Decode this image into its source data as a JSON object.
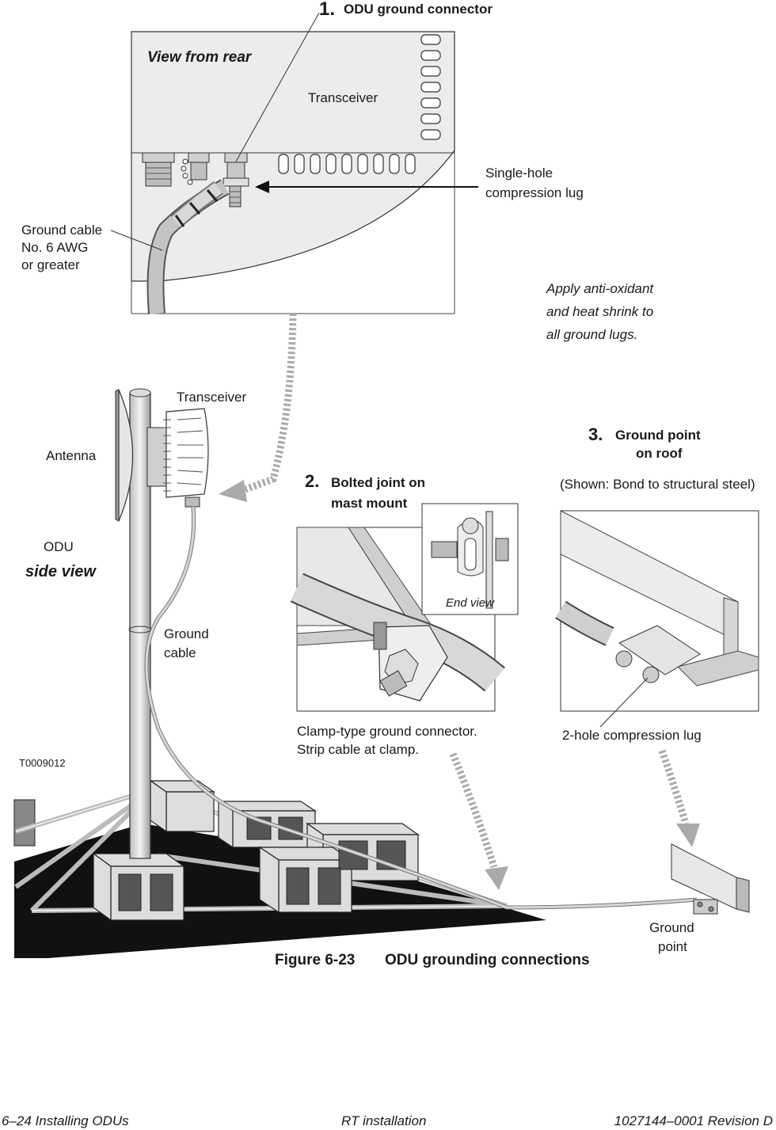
{
  "callouts": {
    "c1_num": "1.",
    "c1_title": "ODU ground connector",
    "view_from_rear": "View from rear",
    "transceiver_rear": "Transceiver",
    "lug_line1": "Single-hole",
    "lug_line2": "compression lug",
    "gc_line1": "Ground cable",
    "gc_line2": "No. 6 AWG",
    "gc_line3": "or greater",
    "note_line1": "Apply anti-oxidant",
    "note_line2": "and heat shrink to",
    "note_line3": "all ground lugs.",
    "transceiver_side": "Transceiver",
    "antenna": "Antenna",
    "odu": "ODU",
    "side_view": "side view",
    "ground_cable_1": "Ground",
    "ground_cable_2": "cable",
    "c2_num": "2.",
    "c2_line1": "Bolted joint on",
    "c2_line2": "mast mount",
    "end_view": "End view",
    "clamp_line1": "Clamp-type ground connector.",
    "clamp_line2": "Strip cable at clamp.",
    "c3_num": "3.",
    "c3_line1": "Ground point",
    "c3_line2": "on roof",
    "shown_note": "(Shown: Bond to structural steel)",
    "two_hole_lug": "2-hole compression lug",
    "ground_point_1": "Ground",
    "ground_point_2": "point",
    "drawing_id": "T0009012",
    "figure_num": "Figure  6-23",
    "figure_title": "ODU grounding connections"
  },
  "footer": {
    "left": "6–24  Installing ODUs",
    "center": "RT installation",
    "right": "1027144–0001   Revision D"
  }
}
